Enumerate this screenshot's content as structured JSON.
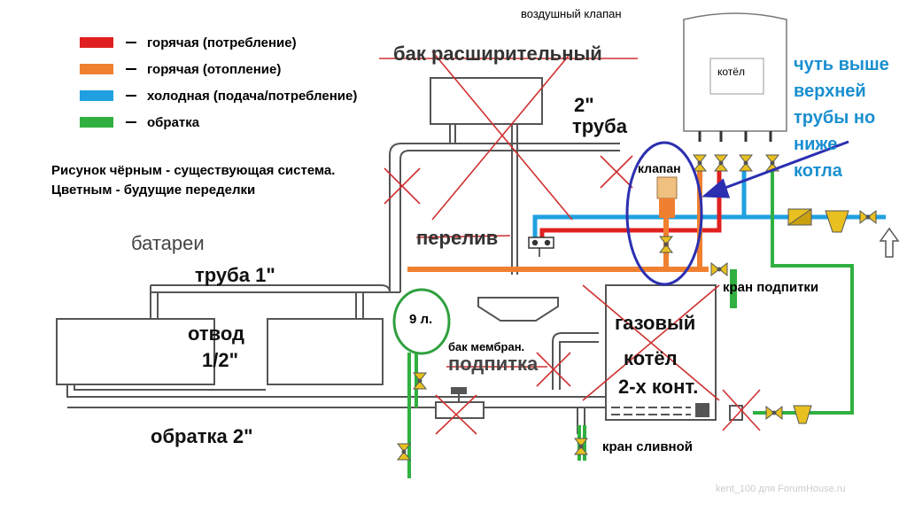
{
  "legend": [
    {
      "color": "#e02020",
      "label": "горячая (потребление)"
    },
    {
      "color": "#f08030",
      "label": "горячая (отопление)"
    },
    {
      "color": "#20a0e0",
      "label": "холодная (подача/потребление)"
    },
    {
      "color": "#30b040",
      "label": "обратка"
    }
  ],
  "labels": {
    "air_valve": "воздушный клапан",
    "expansion_tank": "бак расширительный",
    "pipe_2in": "2\"",
    "pipe_2in_word": "труба",
    "legend_note_1": "Рисунок чёрным - существующая система.",
    "legend_note_2": "Цветным - будущие переделки",
    "radiators": "батареи",
    "pipe_1in": "труба 1\"",
    "overflow": "перелив",
    "branch_1": "отвод",
    "branch_2": "1/2\"",
    "return_2in": "обратка 2\"",
    "volume": "9 л.",
    "membrane_tank": "бак мембран.",
    "makeup_old": "подпитка",
    "gas_boiler_1": "газовый",
    "gas_boiler_2": "котёл",
    "gas_boiler_3": "2-х конт.",
    "makeup_valve": "кран подпитки",
    "drain_valve": "кран сливной",
    "valve": "клапан",
    "boiler": "котёл",
    "note_1": "чуть выше",
    "note_2": "верхней",
    "note_3": "трубы но",
    "note_4": "ниже",
    "note_5": "котла",
    "watermark": "kent_100 для ForumHouse.ru"
  },
  "colors": {
    "hot_consumption": "#e02020",
    "hot_heating": "#f08030",
    "cold": "#20a0e0",
    "return": "#30b040",
    "cross": "#d03030",
    "annotation": "#2b2fb0",
    "note_text": "#1a8fd0"
  },
  "icons": [
    "valve-icon",
    "filter-icon",
    "pump-icon",
    "arrow-up-icon",
    "cross-mark-icon"
  ]
}
